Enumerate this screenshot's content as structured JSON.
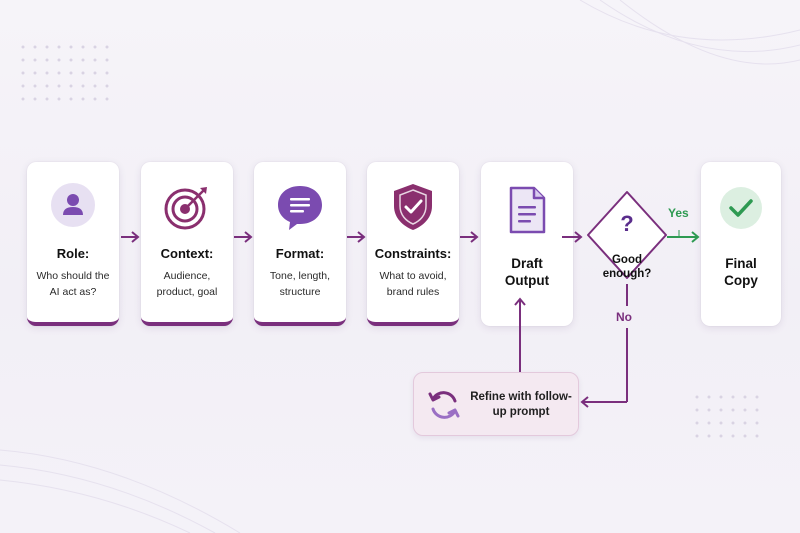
{
  "steps": [
    {
      "title": "Role:",
      "desc": "Who should the AI act as?"
    },
    {
      "title": "Context:",
      "desc": "Audience, product, goal"
    },
    {
      "title": "Format:",
      "desc": "Tone, length, structure"
    },
    {
      "title": "Constraints:",
      "desc": "What to avoid, brand rules"
    }
  ],
  "draft": "Draft Output",
  "decision": {
    "symbol": "?",
    "text": "Good enough?",
    "yes": "Yes",
    "no": "No"
  },
  "final": "Final Copy",
  "refine": "Refine with follow-up prompt",
  "colors": {
    "purple": "#7a2f7d",
    "iconPurple": "#7b4bb0",
    "green": "#2e9a52",
    "iconBg": "#e7e0f2"
  },
  "icons": [
    "person-icon",
    "target-icon",
    "speech-bubble-icon",
    "shield-check-icon",
    "document-icon",
    "question-icon",
    "checkmark-icon",
    "refresh-icon"
  ]
}
